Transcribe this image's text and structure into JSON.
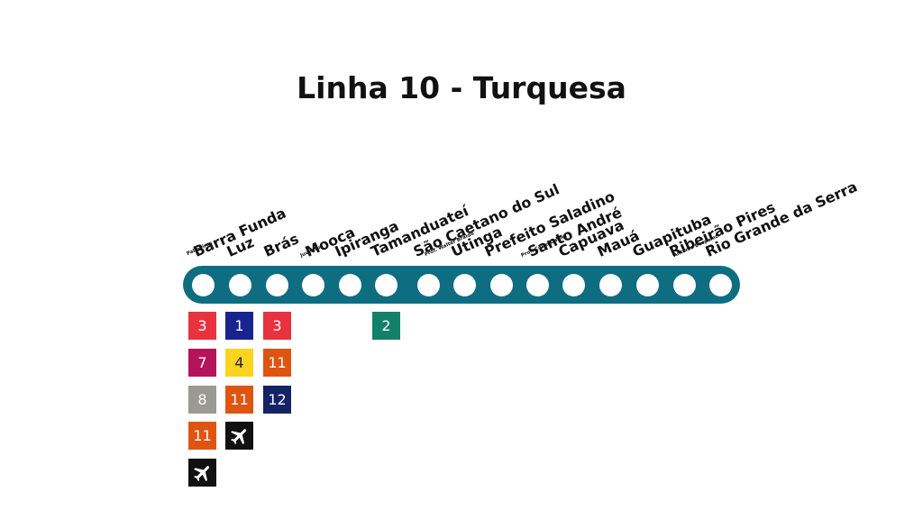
{
  "title": "Linha 10 - Turquesa",
  "line_color": "#0f6d82",
  "stations": [
    {
      "name": "Barra Funda",
      "sub": "Palmeiras",
      "connections": [
        {
          "label": "3",
          "bg": "#e8333f",
          "fg": "#ffffff"
        },
        {
          "label": "7",
          "bg": "#b5135c",
          "fg": "#ffffff"
        },
        {
          "label": "8",
          "bg": "#9a9a92",
          "fg": "#ffffff"
        },
        {
          "label": "11",
          "bg": "#e05412",
          "fg": "#ffffff"
        },
        {
          "label": "",
          "icon": "airplane-icon",
          "bg": "#111111",
          "fg": "#ffffff"
        }
      ]
    },
    {
      "name": "Luz",
      "sub": "",
      "connections": [
        {
          "label": "1",
          "bg": "#17238f",
          "fg": "#ffffff"
        },
        {
          "label": "4",
          "bg": "#fcd31f",
          "fg": "#222222"
        },
        {
          "label": "11",
          "bg": "#e05412",
          "fg": "#ffffff"
        },
        {
          "label": "",
          "icon": "airplane-icon",
          "bg": "#111111",
          "fg": "#ffffff"
        }
      ]
    },
    {
      "name": "Brás",
      "sub": "",
      "connections": [
        {
          "label": "3",
          "bg": "#e8333f",
          "fg": "#ffffff"
        },
        {
          "label": "11",
          "bg": "#e05412",
          "fg": "#ffffff"
        },
        {
          "label": "12",
          "bg": "#142366",
          "fg": "#ffffff"
        }
      ]
    },
    {
      "name": "Mooca",
      "sub": "Juventus",
      "connections": []
    },
    {
      "name": "Ipiranga",
      "sub": "",
      "connections": []
    },
    {
      "name": "Tamanduateí",
      "sub": "",
      "connections": [
        {
          "label": "2",
          "bg": "#13806a",
          "fg": "#ffffff"
        }
      ]
    },
    {
      "name": "São Caetano do Sul",
      "sub": "Prof. Walter Braido",
      "connections": []
    },
    {
      "name": "Utinga",
      "sub": "",
      "connections": []
    },
    {
      "name": "Prefeito Saladino",
      "sub": "",
      "connections": []
    },
    {
      "name": "Santo André",
      "sub": "Prof. Celso Daniel",
      "connections": []
    },
    {
      "name": "Capuava",
      "sub": "",
      "connections": []
    },
    {
      "name": "Mauá",
      "sub": "",
      "connections": []
    },
    {
      "name": "Guapituba",
      "sub": "",
      "connections": []
    },
    {
      "name": "Ribeirão Pires",
      "sub": "Antônio Bespalec",
      "connections": []
    },
    {
      "name": "Rio Grande da Serra",
      "sub": "",
      "connections": []
    }
  ]
}
